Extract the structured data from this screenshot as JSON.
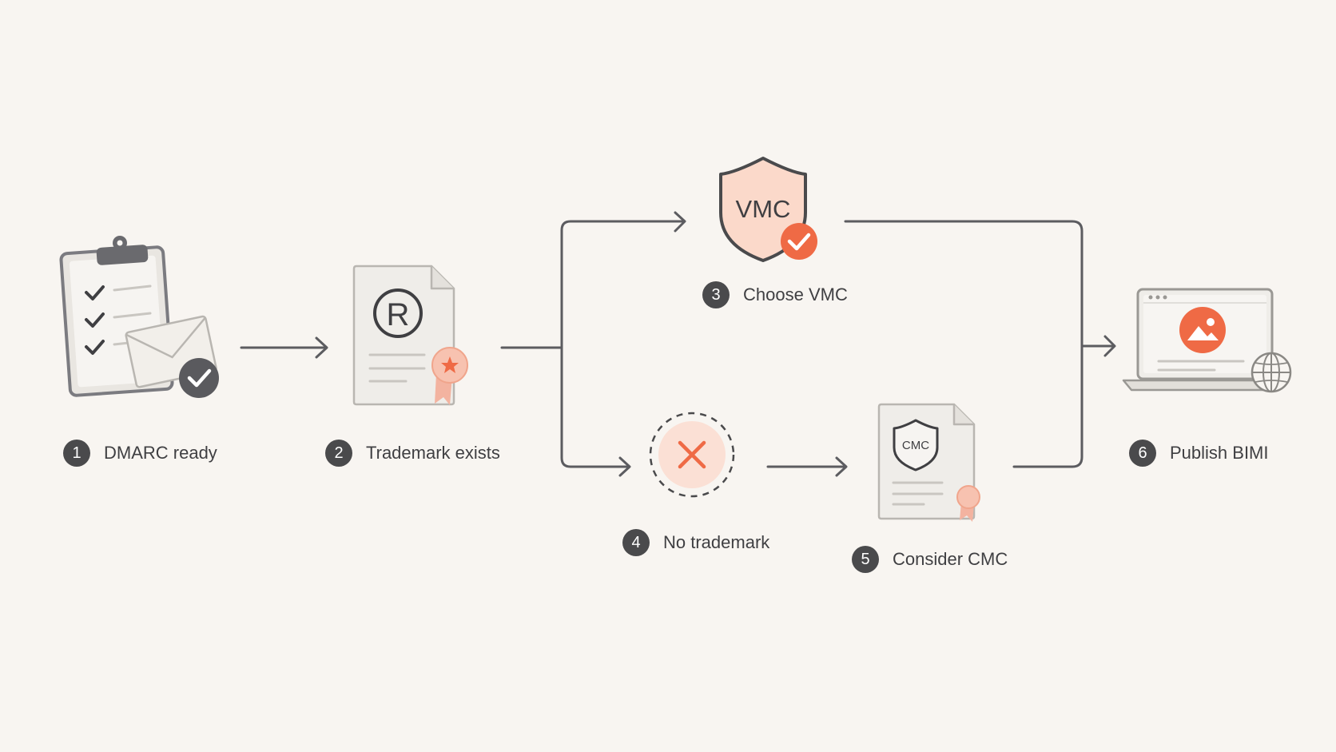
{
  "colors": {
    "background": "#f8f5f1",
    "line": "#5c5c60",
    "accent": "#ef6a45",
    "accent_soft": "#fbd9ca",
    "paper": "#efede9",
    "dark": "#4a4a4c"
  },
  "steps": [
    {
      "number": "1",
      "label": "DMARC ready",
      "icon": "clipboard-checklist-envelope-icon"
    },
    {
      "number": "2",
      "label": "Trademark exists",
      "icon": "registered-trademark-certificate-icon"
    },
    {
      "number": "3",
      "label": "Choose VMC",
      "icon": "vmc-shield-check-icon",
      "icon_text": "VMC"
    },
    {
      "number": "4",
      "label": "No trademark",
      "icon": "x-circle-icon"
    },
    {
      "number": "5",
      "label": "Consider CMC",
      "icon": "cmc-certificate-icon",
      "icon_text": "CMC"
    },
    {
      "number": "6",
      "label": "Publish BIMI",
      "icon": "laptop-logo-globe-icon"
    }
  ]
}
